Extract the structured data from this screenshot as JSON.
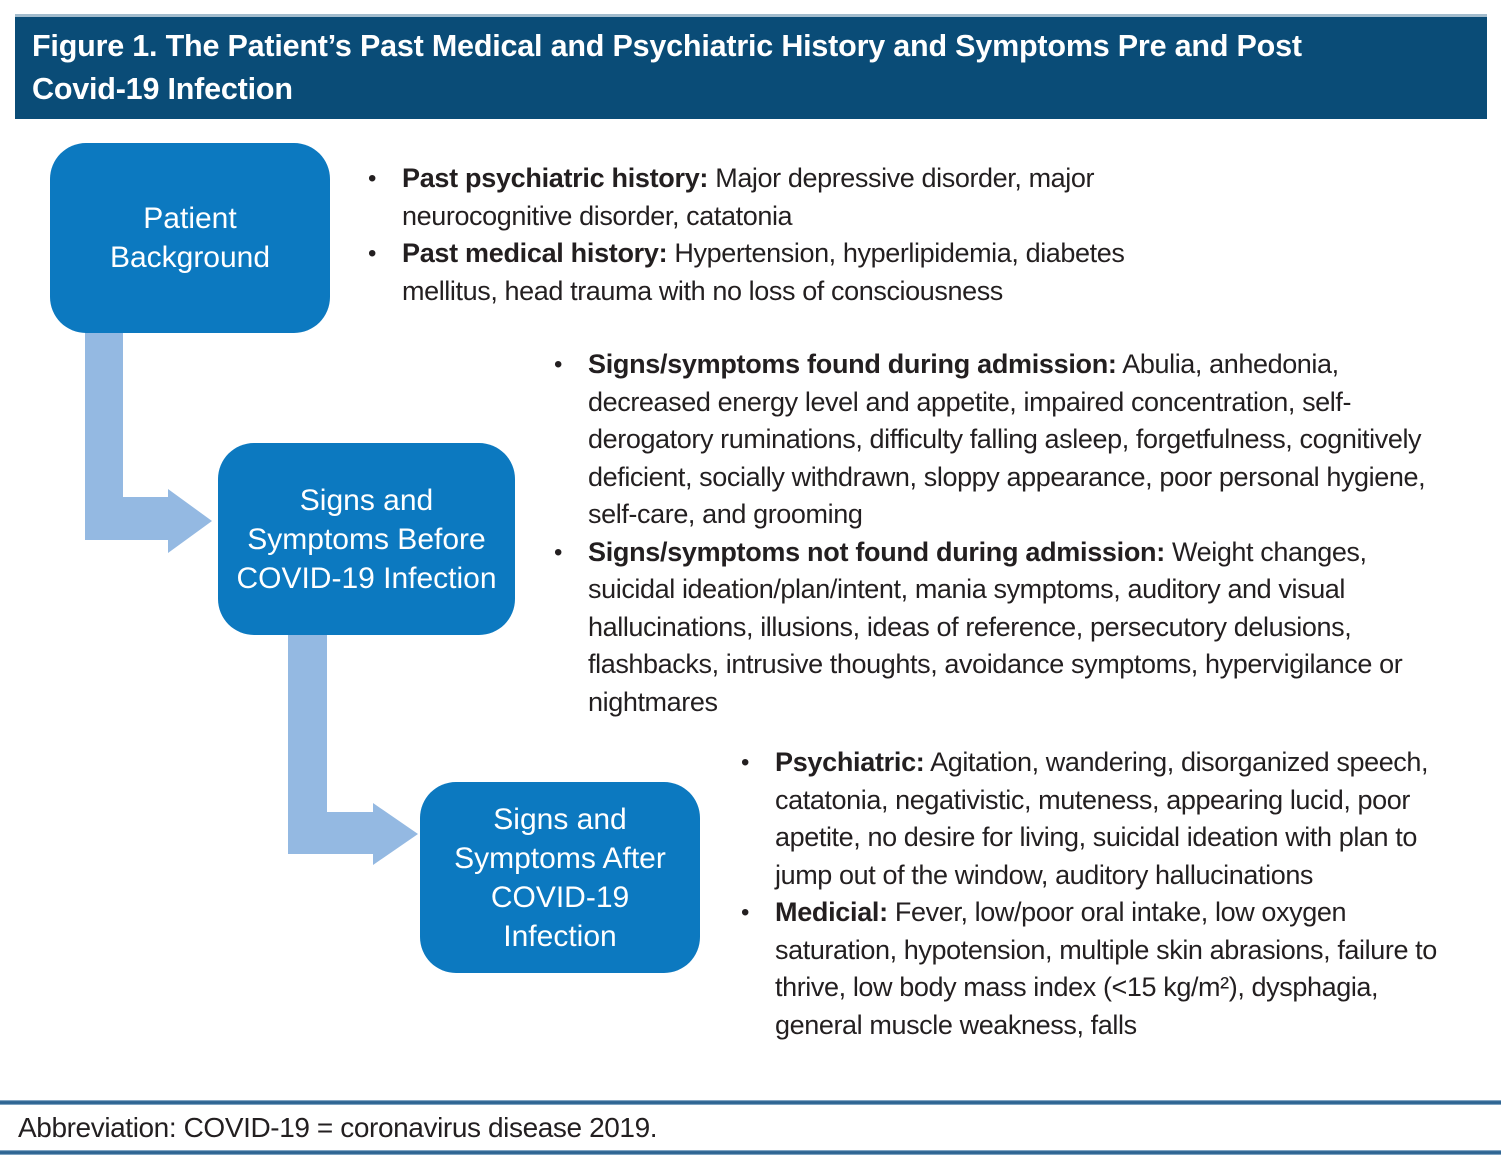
{
  "colors": {
    "header_bg": "#0a4c77",
    "node_bg": "#0c79c0",
    "arrow": "#94b9e2",
    "rule": "#2d6492",
    "body_text": "#231f20",
    "node_text": "#ffffff"
  },
  "glyphs": {
    "bullet": "•"
  },
  "header": {
    "title": "Figure 1. The Patient’s Past Medical and Psychiatric History and Symptoms Pre and Post Covid-19 Infection",
    "title_line1": "Figure 1. The Patient’s Past Medical and Psychiatric History and Symptoms Pre and Post",
    "title_line2": "Covid-19 Infection"
  },
  "flow": {
    "nodes": [
      {
        "label": "Patient Background"
      },
      {
        "label": "Signs and Symptoms Before COVID-19 Infection"
      },
      {
        "label": "Signs and Symptoms After COVID-19 Infection"
      }
    ],
    "arrows": [
      "elbow-arrow-patient-to-before",
      "elbow-arrow-before-to-after"
    ]
  },
  "sections": [
    {
      "bullets": [
        {
          "label": "Past psychiatric history:",
          "text": " Major depressive disorder, major neurocognitive disorder, catatonia"
        },
        {
          "label": "Past medical history:",
          "text": " Hypertension, hyperlipidemia, diabetes mellitus, head trauma with no loss of consciousness"
        }
      ]
    },
    {
      "bullets": [
        {
          "label": "Signs/symptoms found during admission:",
          "text": " Abulia, anhedonia, decreased energy level and appetite, impaired concentration, self-derogatory ruminations, difficulty falling asleep, forgetfulness, cognitively deficient, socially withdrawn,  sloppy appearance, poor personal hygiene, self-care, and grooming"
        },
        {
          "label": "Signs/symptoms not found during admission:",
          "text": " Weight changes, suicidal ideation/plan/intent, mania symptoms, auditory and visual hallucinations, illusions, ideas of reference, persecutory delusions, flashbacks, intrusive thoughts, avoidance symptoms, hypervigilance or nightmares"
        }
      ]
    },
    {
      "bullets": [
        {
          "label": "Psychiatric:",
          "text": " Agitation, wandering, disorganized speech, catatonia, negativistic, muteness, appearing lucid, poor apetite, no desire for living, suicidal ideation with plan to jump out of the window, auditory hallucinations"
        },
        {
          "label": "Medicial:",
          "text": " Fever, low/poor oral intake, low oxygen saturation, hypotension, multiple skin abrasions, failure to thrive, low body mass index (<15 kg/m²), dysphagia, general muscle weakness, falls"
        }
      ]
    }
  ],
  "footer": {
    "abbreviation": "Abbreviation: COVID-19 = coronavirus disease 2019."
  }
}
